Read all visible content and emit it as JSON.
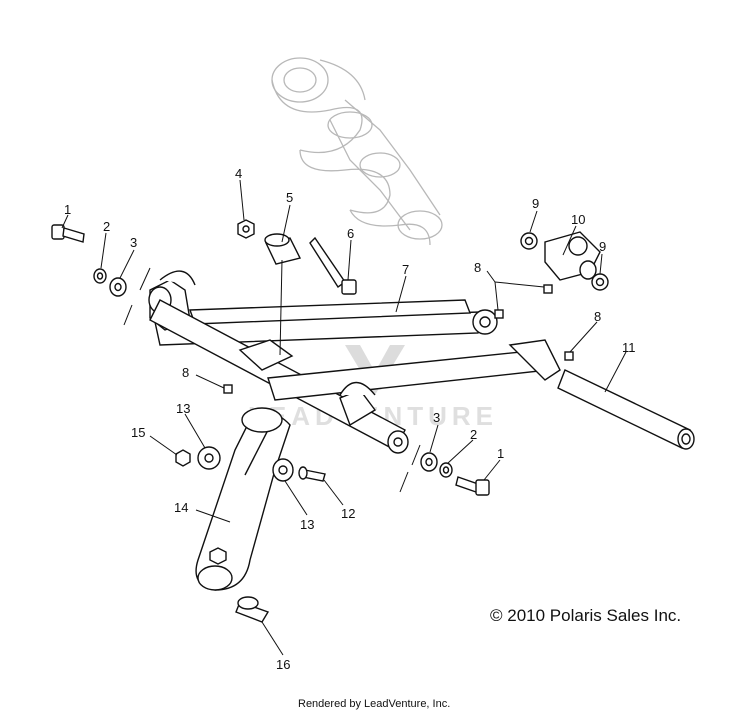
{
  "callouts": [
    {
      "id": "c1a",
      "label": "1"
    },
    {
      "id": "c2a",
      "label": "2"
    },
    {
      "id": "c3a",
      "label": "3"
    },
    {
      "id": "c4",
      "label": "4"
    },
    {
      "id": "c5",
      "label": "5"
    },
    {
      "id": "c6",
      "label": "6"
    },
    {
      "id": "c7",
      "label": "7"
    },
    {
      "id": "c8a",
      "label": "8"
    },
    {
      "id": "c8b",
      "label": "8"
    },
    {
      "id": "c8c",
      "label": "8"
    },
    {
      "id": "c9a",
      "label": "9"
    },
    {
      "id": "c9b",
      "label": "9"
    },
    {
      "id": "c10",
      "label": "10"
    },
    {
      "id": "c11",
      "label": "11"
    },
    {
      "id": "c3b",
      "label": "3"
    },
    {
      "id": "c2b",
      "label": "2"
    },
    {
      "id": "c1b",
      "label": "1"
    },
    {
      "id": "c13a",
      "label": "13"
    },
    {
      "id": "c15",
      "label": "15"
    },
    {
      "id": "c14",
      "label": "14"
    },
    {
      "id": "c13b",
      "label": "13"
    },
    {
      "id": "c12",
      "label": "12"
    },
    {
      "id": "c16",
      "label": "16"
    }
  ],
  "copyright": "© 2010 Polaris Sales Inc.",
  "rendered_by": "Rendered by LeadVenture, Inc.",
  "watermark": "LEADVENTURE"
}
